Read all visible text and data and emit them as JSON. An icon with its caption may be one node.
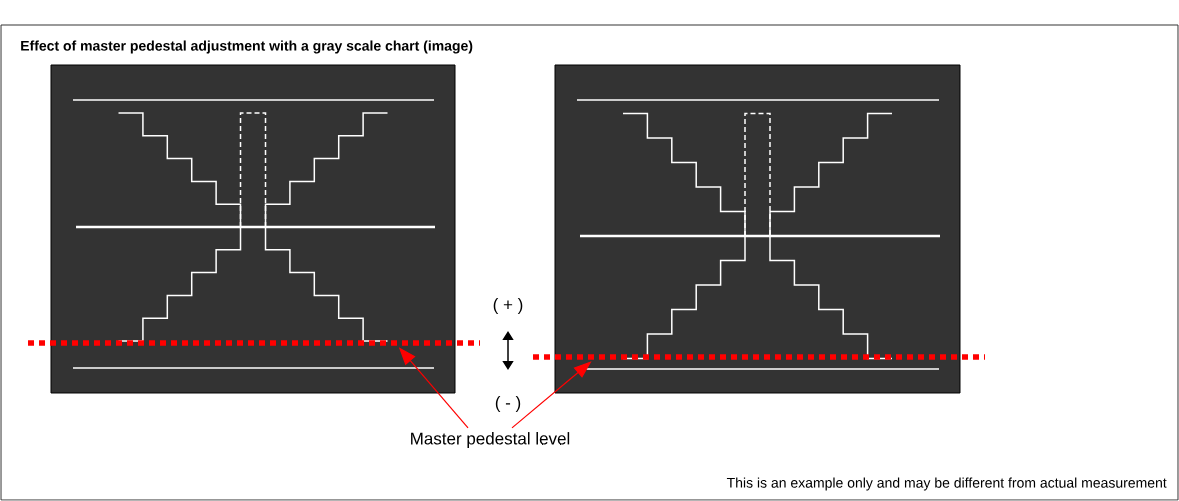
{
  "diagram": {
    "title": "Effect of master pedestal adjustment with a gray scale chart (image)",
    "nodes": [
      {
        "text": [],
        "shape": "line"
      },
      {
        "text": [],
        "shape": "line"
      },
      {
        "text": [
          "Master pedestal level"
        ]
      }
    ],
    "edges": [
      {
        "from": 2,
        "to": 0,
        "arrow": "to",
        "color": "#ff0000"
      },
      {
        "from": 2,
        "to": 1,
        "arrow": "to",
        "color": "#ff0000"
      }
    ],
    "labels": [
      "( + )",
      "( - )",
      "This is an example only and may be different from actual measurement"
    ]
  }
}
